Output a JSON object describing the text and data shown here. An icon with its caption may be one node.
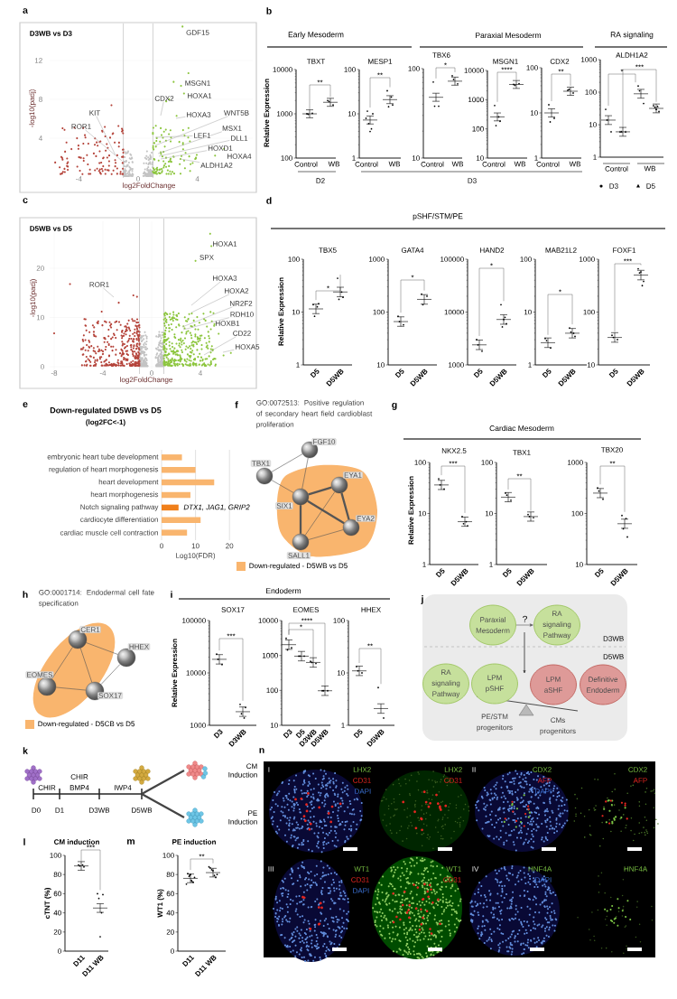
{
  "diagram": {
    "nodes": [
      {
        "text": [
          "GDF15"
        ]
      },
      {
        "text": [
          "MSGN1"
        ]
      },
      {
        "text": [
          "HOXA1"
        ]
      },
      {
        "text": [
          "CDX2"
        ]
      },
      {
        "text": [
          "HOXA3"
        ]
      },
      {
        "text": [
          "WNT5B"
        ]
      },
      {
        "text": [
          "KIT"
        ]
      },
      {
        "text": [
          "ROR1"
        ]
      },
      {
        "text": [
          "LEF1"
        ]
      },
      {
        "text": [
          "MSX1"
        ]
      },
      {
        "text": [
          "DLL1"
        ]
      },
      {
        "text": [
          "HOXD1"
        ]
      },
      {
        "text": [
          "HOXA4"
        ]
      },
      {
        "text": [
          "ALDH1A2"
        ]
      },
      {
        "text": [
          "HOXA1"
        ]
      },
      {
        "text": [
          "SPX"
        ]
      },
      {
        "text": [
          "ROR1"
        ]
      },
      {
        "text": [
          "HOXA3"
        ]
      },
      {
        "text": [
          "HOXA2"
        ]
      },
      {
        "text": [
          "NR2F2"
        ]
      },
      {
        "text": [
          "RDH10"
        ]
      },
      {
        "text": [
          "HOXB1"
        ]
      },
      {
        "text": [
          "CD22"
        ]
      },
      {
        "text": [
          "HOXA5"
        ]
      },
      {
        "text": [
          "FGF10"
        ]
      },
      {
        "text": [
          "TBX1"
        ]
      },
      {
        "text": [
          "SIX1"
        ]
      },
      {
        "text": [
          "EYA1"
        ]
      },
      {
        "text": [
          "EYA2"
        ]
      },
      {
        "text": [
          "SALL1"
        ]
      },
      {
        "text": [
          "CER1"
        ]
      },
      {
        "text": [
          "HHEX"
        ]
      },
      {
        "text": [
          "EOMES"
        ]
      },
      {
        "text": [
          "SOX17"
        ]
      },
      {
        "text": [],
        "shape": "box"
      },
      {
        "text": [
          "Paraxial Mesoderm"
        ],
        "in": 34
      },
      {
        "text": [
          "RA signaling Pathway"
        ],
        "in": 34
      },
      {
        "text": [
          "RA signaling Pathway"
        ],
        "in": 34
      },
      {
        "text": [
          "LPM pSHF"
        ],
        "in": 34
      },
      {
        "text": [
          "LPM aSHF"
        ],
        "in": 34
      },
      {
        "text": [
          "Definitive Endoderm"
        ],
        "in": 34
      },
      {
        "text": [
          "CM Induction"
        ]
      },
      {
        "text": [
          "PE Induction"
        ]
      }
    ],
    "edges": [
      {
        "from": 3,
        "to": null,
        "arrow": "none"
      },
      {
        "from": 4,
        "to": null,
        "arrow": "none"
      },
      {
        "from": 5,
        "to": null,
        "arrow": "none"
      },
      {
        "from": 6,
        "to": null,
        "arrow": "none"
      },
      {
        "from": 7,
        "to": null,
        "arrow": "none"
      },
      {
        "from": 8,
        "to": null,
        "arrow": "none"
      },
      {
        "from": 9,
        "to": null,
        "arrow": "none"
      },
      {
        "from": 10,
        "to": null,
        "arrow": "none"
      },
      {
        "from": 11,
        "to": null,
        "arrow": "none"
      },
      {
        "from": 13,
        "to": null,
        "arrow": "none"
      },
      {
        "from": 16,
        "to": null,
        "arrow": "none"
      },
      {
        "from": 17,
        "to": null,
        "arrow": "none"
      },
      {
        "from": 18,
        "to": null,
        "arrow": "none"
      },
      {
        "from": 19,
        "to": null,
        "arrow": "none"
      },
      {
        "from": 20,
        "to": null,
        "arrow": "none"
      },
      {
        "from": 22,
        "to": null,
        "arrow": "none"
      },
      {
        "from": 23,
        "to": null,
        "arrow": "none"
      },
      {
        "from": 24,
        "to": 25,
        "arrow": "none",
        "color": "#555555"
      },
      {
        "from": 24,
        "to": 26,
        "arrow": "none",
        "color": "#555555"
      },
      {
        "from": 25,
        "to": 26,
        "arrow": "none",
        "color": "#555555"
      },
      {
        "from": 26,
        "to": 27,
        "arrow": "none",
        "style": "thick",
        "color": "#555555"
      },
      {
        "from": 26,
        "to": 28,
        "arrow": "none",
        "style": "thick",
        "color": "#555555"
      },
      {
        "from": 26,
        "to": 29,
        "arrow": "none",
        "style": "thick",
        "color": "#555555"
      },
      {
        "from": 27,
        "to": 28,
        "arrow": "none",
        "style": "thick",
        "color": "#555555"
      },
      {
        "from": 27,
        "to": 29,
        "arrow": "none",
        "color": "#555555"
      },
      {
        "from": 29,
        "to": 28,
        "arrow": "none",
        "color": "#555555"
      },
      {
        "from": 30,
        "to": 32,
        "arrow": "none",
        "color": "#555555"
      },
      {
        "from": 30,
        "to": 33,
        "arrow": "none",
        "color": "#555555"
      },
      {
        "from": 32,
        "to": 33,
        "arrow": "none",
        "color": "#555555"
      },
      {
        "from": 33,
        "to": 31,
        "arrow": "none",
        "color": "#555555"
      },
      {
        "from": 30,
        "to": 31,
        "arrow": "none",
        "color": "#555555"
      },
      {
        "from": 35,
        "to": 36,
        "arrow": "to",
        "label": "?",
        "color": "#555555"
      },
      {
        "from": null,
        "to": 41,
        "arrow": "none",
        "style": "thick",
        "color": "#444444"
      },
      {
        "from": null,
        "to": 42,
        "arrow": "none",
        "style": "thick",
        "color": "#444444"
      }
    ],
    "labels": [
      "a",
      "b",
      "c",
      "d",
      "e",
      "f",
      "g",
      "h",
      "i",
      "j",
      "k",
      "l",
      "m",
      "n",
      "D3WB vs D3",
      "12",
      "8",
      "4",
      "-log10(padj)",
      "-4",
      "0",
      "4",
      "log2FoldChange",
      "Early Mesoderm",
      "Paraxial Mesoderm",
      "RA signaling",
      "Relative Expression",
      "TBXT",
      "10000",
      "1000",
      "100",
      "**",
      "Control",
      "WB",
      "MESP1",
      "100",
      "10",
      "1",
      "**",
      "Control",
      "WB",
      "TBX6",
      "100",
      "10",
      "*",
      "Control",
      "WB",
      "MSGN1",
      "10000",
      "1000",
      "100",
      "10",
      "****",
      "Control",
      "WB",
      "CDX2",
      "100",
      "10",
      "1",
      "**",
      "Control",
      "WB",
      "ALDH1A2",
      "1000",
      "100",
      "10",
      "1",
      "*",
      "***",
      "Control",
      "WB",
      "D2",
      "D3",
      "D5WB vs D5",
      "20",
      "10",
      "0",
      "-log10(padj)",
      "-8",
      "-4",
      "0",
      "4",
      "log2FoldChange",
      "pSHF/STM/PE",
      "Relative Expression",
      "TBX5",
      "100",
      "10",
      "1",
      "*",
      "D5",
      "D5WB",
      "GATA4",
      "1000",
      "100",
      "10",
      "*",
      "D5",
      "D5WB",
      "HAND2",
      "100000",
      "10000",
      "1000",
      "*",
      "D5",
      "D5WB",
      "MAB21L2",
      "100",
      "10",
      "1",
      "*",
      "D5",
      "D5WB",
      "FOXF1",
      "1000",
      "100",
      "10",
      "***",
      "D5",
      "D5WB",
      "(log2FC<-1)",
      "GO:0072513: Positive regulation of secondary heart field cardioblast proliferation",
      "Cardiac Mesoderm",
      "Relative Expression",
      "NKX2.5",
      "100",
      "10",
      "1",
      "***",
      "D5",
      "D5WB",
      "TBX1",
      "100",
      "10",
      "1",
      "**",
      "D5",
      "D5WB",
      "TBX20",
      "1000",
      "100",
      "10",
      "**",
      "D5",
      "D5WB",
      "GO:0001714: Endodermal cell fate specification",
      "Endoderm",
      "Relative Expression",
      "SOX17",
      "100000",
      "10000",
      "1000",
      "***",
      "D3",
      "D3WB",
      "EOMES",
      "10000",
      "1000",
      "100",
      "10",
      "*",
      "****",
      "D3",
      "D5",
      "D3WB",
      "D5WB",
      "HHEX",
      "100",
      "10",
      "1",
      "**",
      "D5",
      "D5WB",
      "D3WB",
      "D5WB",
      "PE/STM progenitors",
      "CMs progenitors",
      "CHIR",
      "CHIR BMP4",
      "IWP4",
      "D0",
      "D1",
      "D3WB",
      "D5WB",
      "CM induction",
      "100",
      "80",
      "60",
      "40",
      "20",
      "0",
      "***",
      "D11",
      "D11 WB",
      "cTNT (%)",
      "PE induction",
      "100",
      "80",
      "60",
      "40",
      "20",
      "0",
      "**",
      "D11",
      "D11 WB",
      "WT1 (%)",
      "I",
      "LHX2",
      "CD31",
      "DAPI",
      "LHX2",
      "CD31",
      "II",
      "CDX2",
      "AFP",
      "DAPI",
      "CDX2",
      "AFP",
      "III",
      "WT1",
      "CD31",
      "DAPI",
      "WT1",
      "CD31",
      "IV",
      "HNF4A",
      "DAPI",
      "HNF4A"
    ],
    "legend": [
      {
        "text": "D3"
      },
      {
        "text": "D5"
      },
      {
        "text": "Down-regulated - D5WB vs D5",
        "color": "#f9b56e"
      },
      {
        "text": "Down-regulated - D5CB vs D5",
        "color": "#f9b56e"
      }
    ],
    "chart_data": {
      "type": "bar",
      "orientation": "horizontal",
      "title": "Down-regulated D5WB vs D5",
      "xlabel": "Log10(FDR)",
      "categories": [
        "embryonic heart tube development",
        "regulation of heart morphogenesis",
        "heart development",
        "heart morphogenesis",
        "Notch signaling pathway",
        "cardiocyte differentiation",
        "cardiac muscle cell contraction"
      ],
      "series": [
        {
          "color": "#f9b56e",
          "values": [
            6,
            10,
            15.5,
            8.5,
            null,
            11.5,
            7.5
          ]
        },
        {
          "color": "#f07f1a",
          "values": [
            null,
            null,
            null,
            null,
            5,
            null,
            null
          ]
        }
      ],
      "xlim": [
        0,
        20
      ],
      "xticks": [
        0,
        10,
        20
      ],
      "annotations": [
        {
          "text": "DTX1, JAG1, GRIP2",
          "x": 6.3
        }
      ]
    }
  }
}
